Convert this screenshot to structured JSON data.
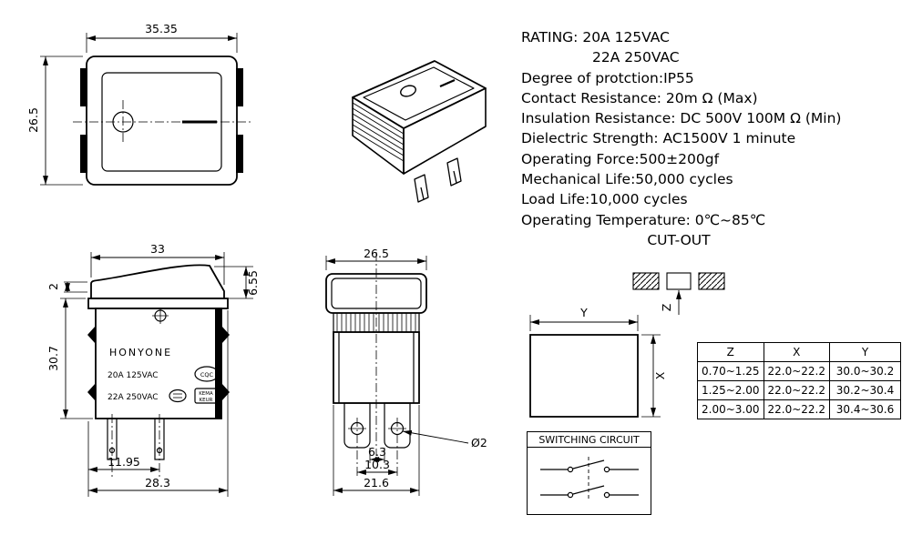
{
  "specs": {
    "lines": [
      "RATING: 20A 125VAC",
      "22A 250VAC",
      "Degree of protction:IP55",
      "Contact Resistance: 20m Ω (Max)",
      "Insulation Resistance: DC 500V 100M Ω (Min)",
      "Dielectric Strength: AC1500V 1 minute",
      "Operating Force:500±200gf",
      "Mechanical Life:50,000 cycles",
      "Load Life:10,000 cycles",
      "Operating Temperature: 0℃~85℃"
    ]
  },
  "cutout": {
    "title": "CUT-OUT",
    "z_label": "Z"
  },
  "front_view": {
    "width_dim": "35.35",
    "height_dim": "26.5"
  },
  "side_view": {
    "top_dim": "33",
    "right_dim": "6.55",
    "lip_dim": "2",
    "height_dim": "30.7",
    "pin_dim": "11.95",
    "base_dim": "28.3",
    "brand": "HONYONE",
    "rating_line1": "20A 125VAC",
    "rating_line2": "22A 250VAC",
    "cert_cqc": "CQC",
    "cert_kema_line1": "KEMA",
    "cert_kema_line2": "KEUR"
  },
  "bottom_view": {
    "width_dim": "26.5",
    "hole_dim": "6.3",
    "pin_dim": "10.3",
    "base_dim": "21.6",
    "dia_label": "Ø2"
  },
  "panel": {
    "x_label": "X",
    "y_label": "Y"
  },
  "table": {
    "headers": [
      "Z",
      "X",
      "Y"
    ],
    "rows": [
      [
        "0.70~1.25",
        "22.0~22.2",
        "30.0~30.2"
      ],
      [
        "1.25~2.00",
        "22.0~22.2",
        "30.2~30.4"
      ],
      [
        "2.00~3.00",
        "22.0~22.2",
        "30.4~30.6"
      ]
    ]
  },
  "circuit": {
    "title": "SWITCHING CIRCUIT"
  }
}
